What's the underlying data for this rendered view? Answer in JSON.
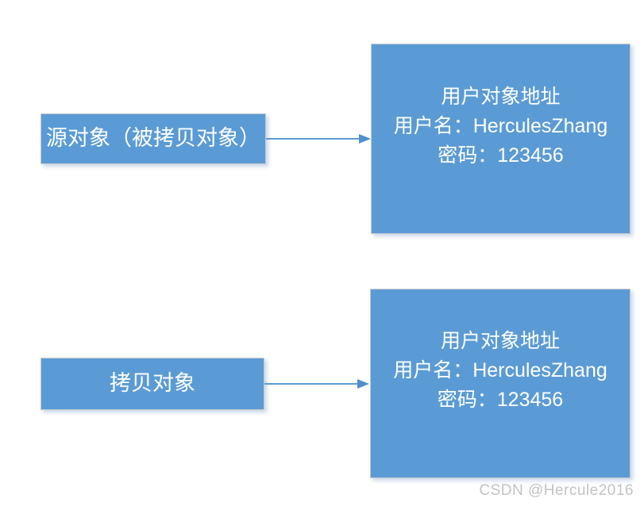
{
  "palette": {
    "background": "#ffffff",
    "node_fill": "#5b9bd5",
    "node_border": "#c6cacd",
    "node_text": "#ffffff",
    "arrow": "#5b9bd5",
    "watermark_color": "#c3c3c3"
  },
  "diagram": {
    "rows": [
      {
        "source_label": "源对象（被拷贝对象）",
        "target_lines": [
          "用户对象地址",
          "用户名：HerculesZhang",
          "密码：123456"
        ]
      },
      {
        "source_label": "拷贝对象",
        "target_lines": [
          "用户对象地址",
          "用户名：HerculesZhang",
          "密码：123456"
        ]
      }
    ]
  },
  "watermark": {
    "label": "CSDN @Hercule2016"
  }
}
